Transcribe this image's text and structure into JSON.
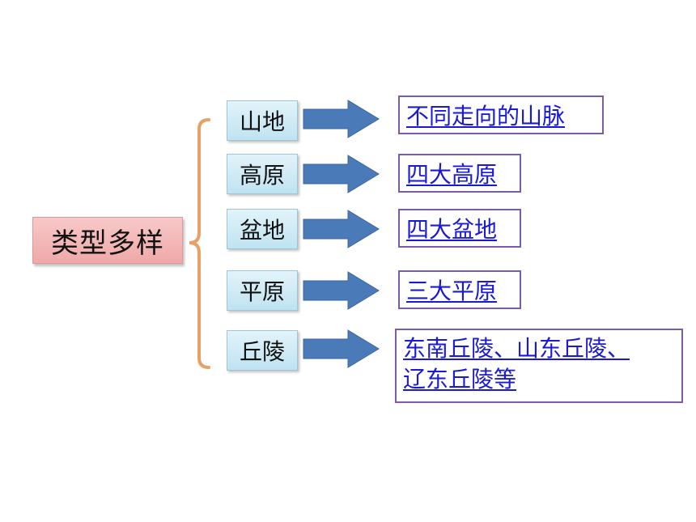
{
  "root": "类型多样",
  "items": [
    {
      "category": "山地",
      "detail": [
        "不同走向的山脉"
      ]
    },
    {
      "category": "高原",
      "detail": [
        "四大高原"
      ]
    },
    {
      "category": "盆地",
      "detail": [
        "四大盆地"
      ]
    },
    {
      "category": "平原",
      "detail": [
        "三大平原"
      ]
    },
    {
      "category": "丘陵",
      "detail": [
        "东南丘陵、山东丘陵、",
        "辽东丘陵等"
      ]
    }
  ],
  "colors": {
    "root_fill": "#f0a8a8",
    "category_fill": "#cfeaf5",
    "arrow_fill": "#4a7ab8",
    "bracket": "#e9a064",
    "link_border": "#7b5aa6",
    "link_text": "#1a1ad6"
  }
}
